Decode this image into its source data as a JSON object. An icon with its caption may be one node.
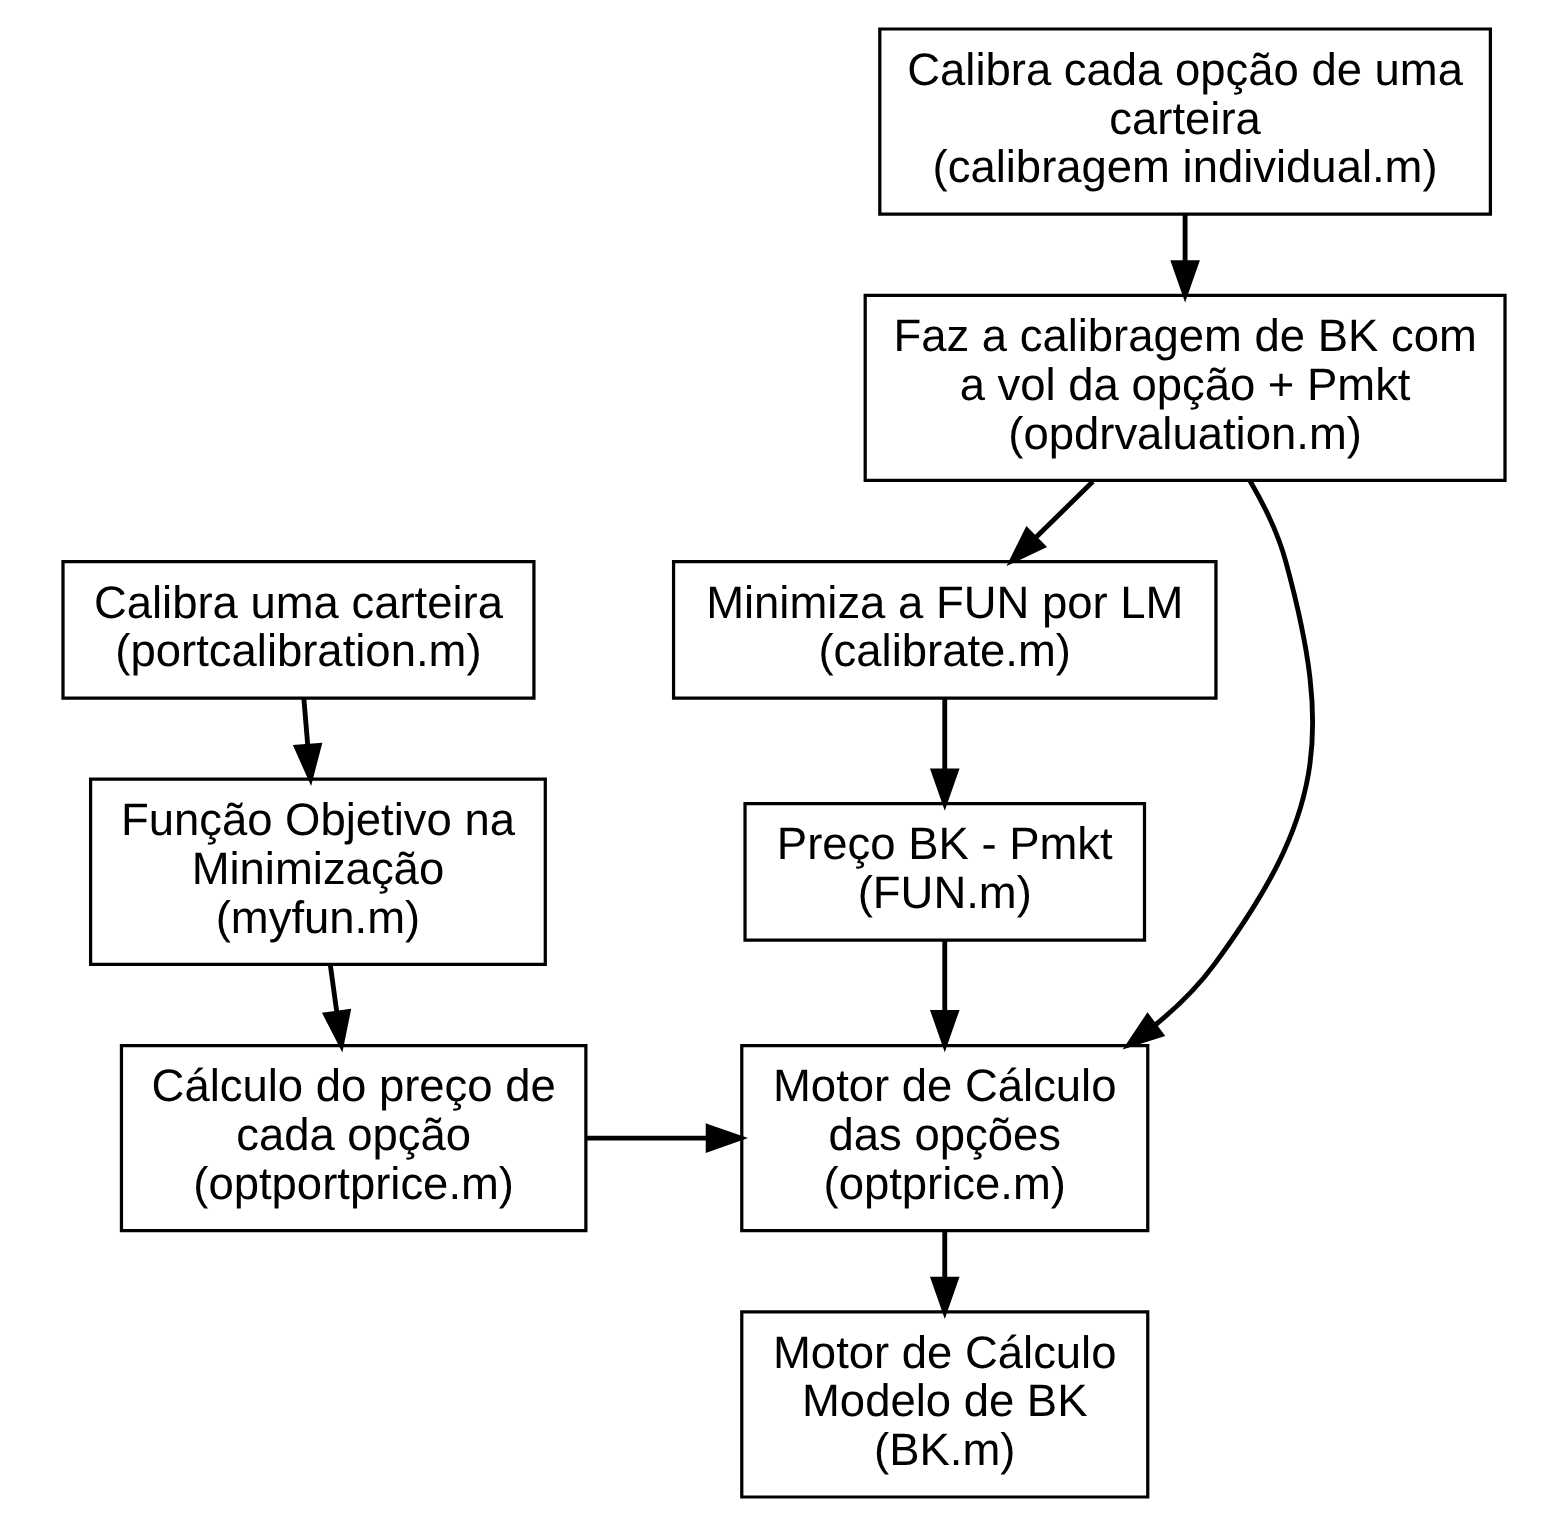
{
  "diagram": {
    "nodes": [
      {
        "text": [
          "Calibra cada opção de uma carteira",
          "(calibragem individual.m)"
        ]
      },
      {
        "text": [
          "Faz a calibragem de BK com a vol da opção + Pmkt",
          "(opdrvaluation.m)"
        ]
      },
      {
        "text": [
          "Calibra uma carteira",
          "(portcalibration.m)"
        ]
      },
      {
        "text": [
          "Minimiza a FUN por LM",
          "(calibrate.m)"
        ]
      },
      {
        "text": [
          "Função Objetivo na Minimização",
          "(myfun.m)"
        ]
      },
      {
        "text": [
          "Preço BK - Pmkt",
          "(FUN.m)"
        ]
      },
      {
        "text": [
          "Cálculo do preço de cada opção",
          "(optportprice.m)"
        ]
      },
      {
        "text": [
          "Motor de Cálculo das opções",
          "(optprice.m)"
        ]
      },
      {
        "text": [
          "Motor de Cálculo Modelo de BK",
          "(BK.m)"
        ]
      }
    ],
    "edges": [
      {
        "from": 0,
        "to": 1,
        "arrow": "to"
      },
      {
        "from": 1,
        "to": 3,
        "arrow": "to"
      },
      {
        "from": 3,
        "to": 5,
        "arrow": "to"
      },
      {
        "from": 5,
        "to": 7,
        "arrow": "to"
      },
      {
        "from": 7,
        "to": 8,
        "arrow": "to"
      },
      {
        "from": 2,
        "to": 4,
        "arrow": "to"
      },
      {
        "from": 4,
        "to": 6,
        "arrow": "to"
      },
      {
        "from": 6,
        "to": 7,
        "arrow": "to"
      },
      {
        "from": 1,
        "to": 7,
        "arrow": "to"
      }
    ]
  }
}
